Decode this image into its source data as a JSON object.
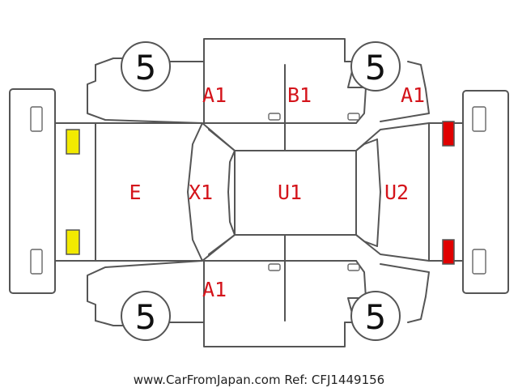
{
  "labels": {
    "a1_top_left": "A1",
    "b1_top": "B1",
    "a1_top_right": "A1",
    "e_front": "E",
    "x1_windshield": "X1",
    "u1_roof": "U1",
    "u2_rear": "U2",
    "a1_bottom": "A1"
  },
  "tires": {
    "front_left": "5",
    "rear_left": "5",
    "front_right": "5",
    "rear_right": "5"
  },
  "lights": {
    "front_color": "#f2ea00",
    "rear_color": "#e00000",
    "code_color": "#d4141b"
  },
  "footer": {
    "watermark": "www.CarFromJapan.com Ref: CFJ1449156"
  }
}
